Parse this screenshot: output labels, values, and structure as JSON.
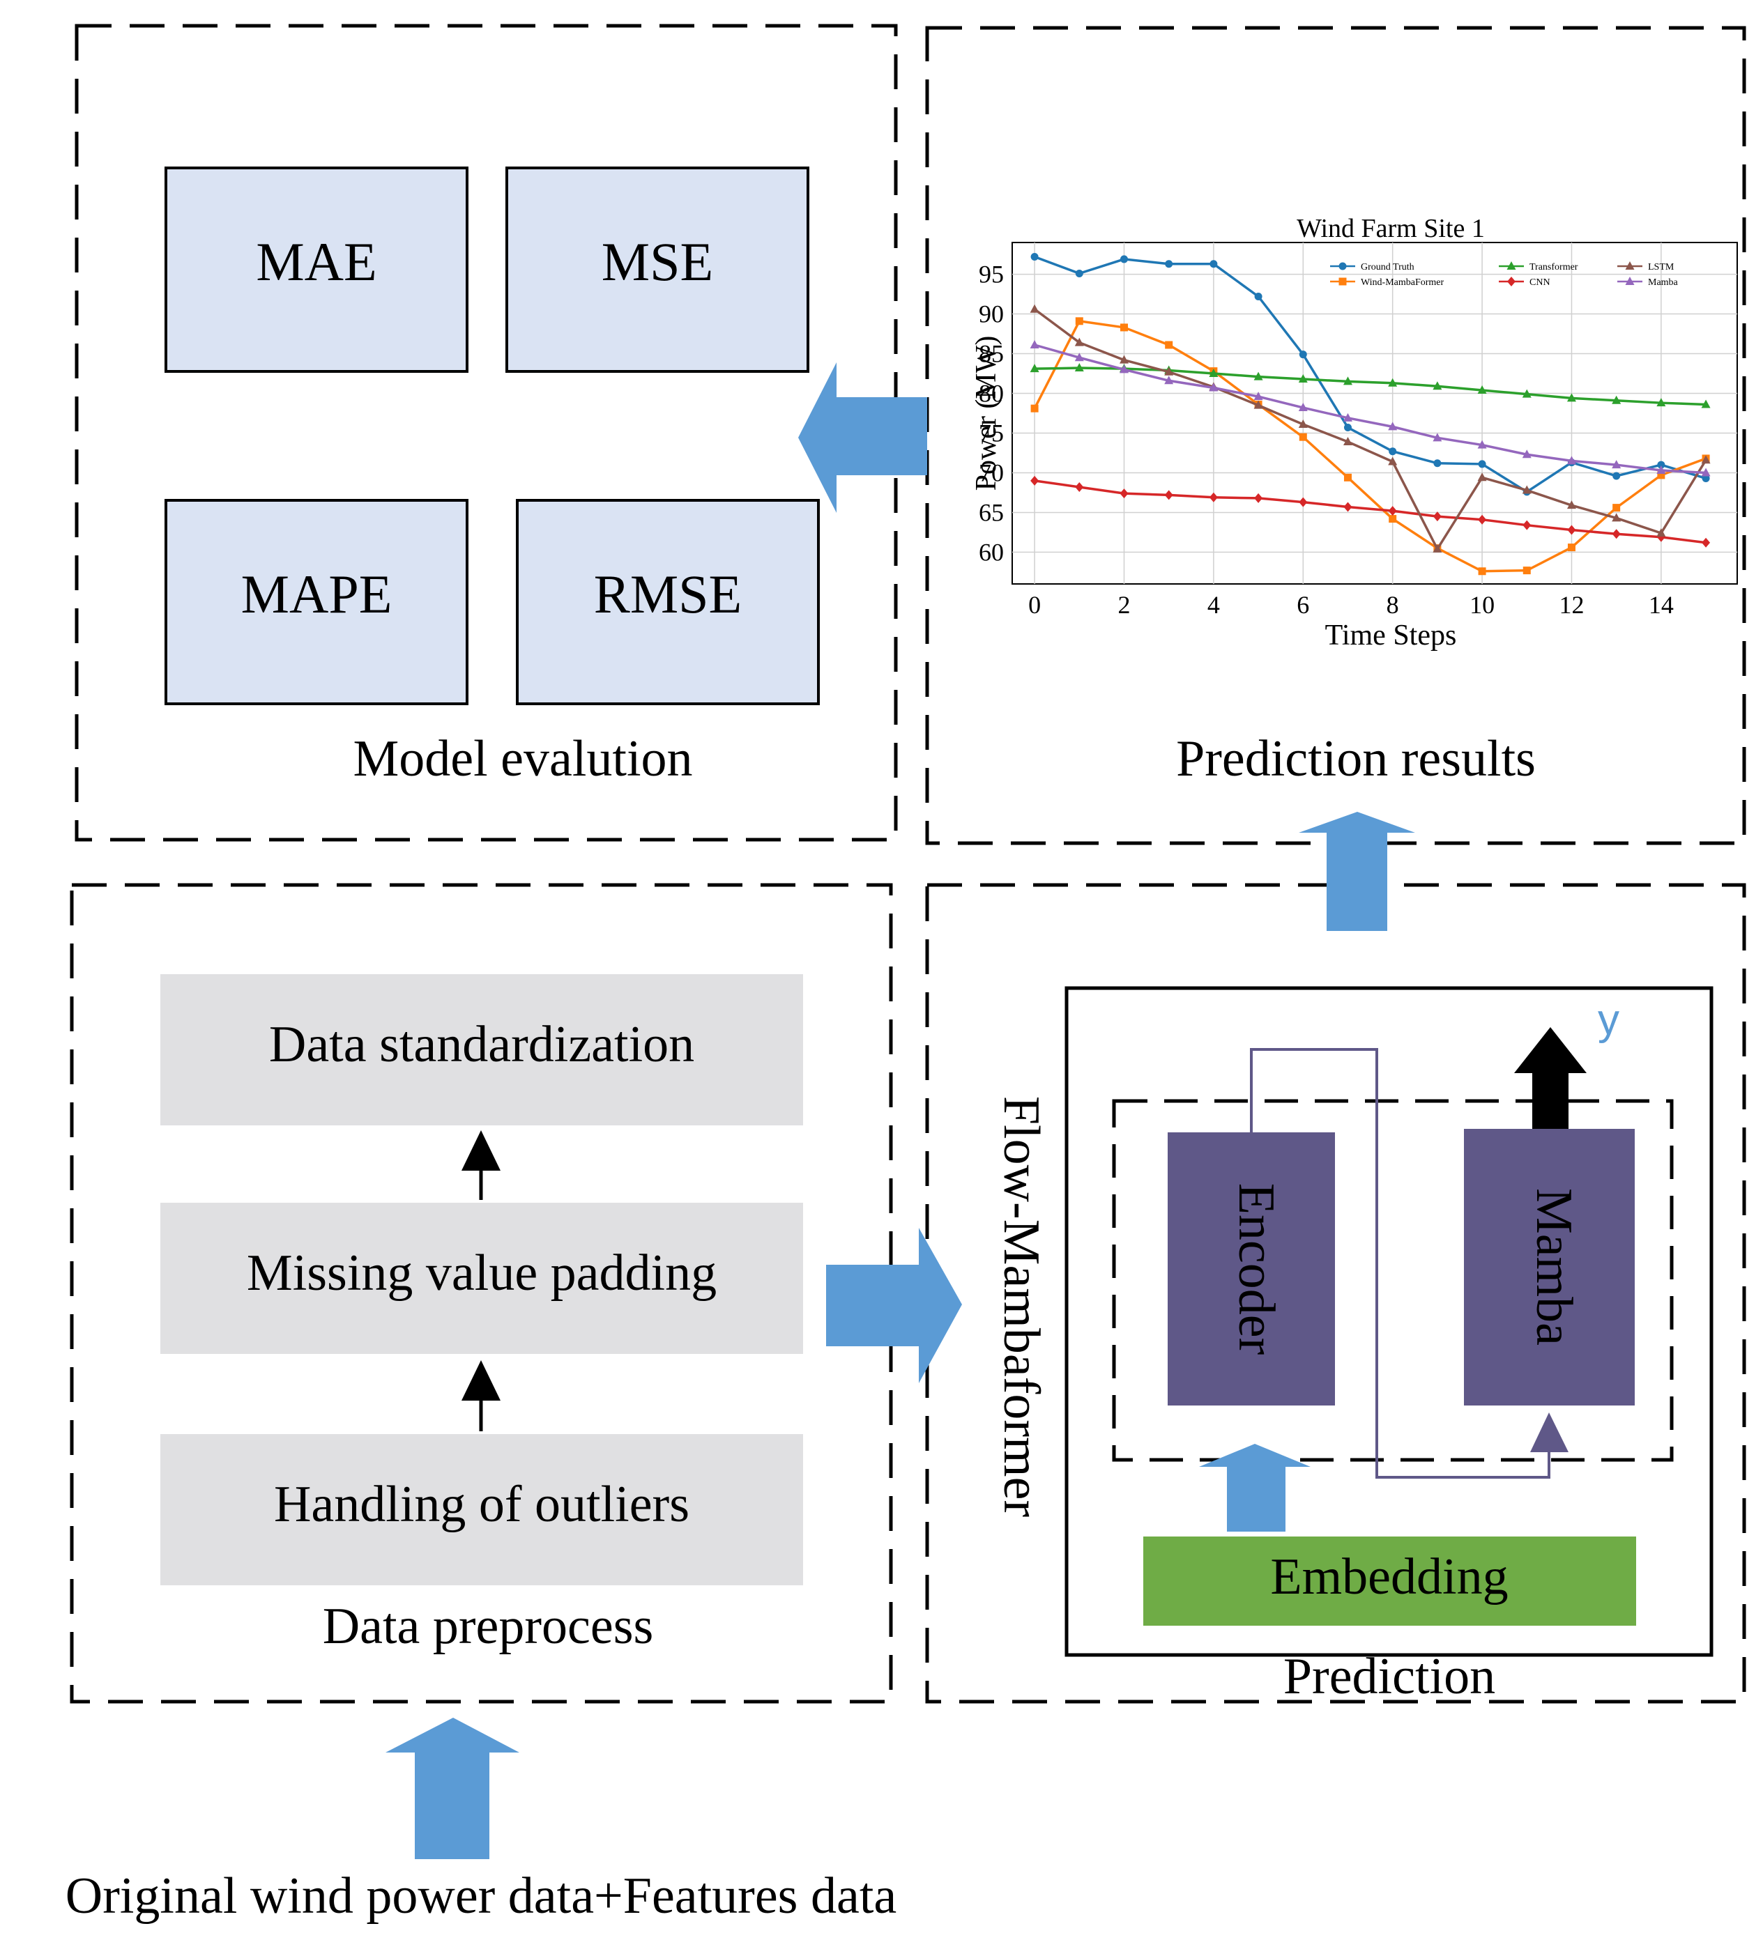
{
  "model_evaluation": {
    "caption": "Model evalution",
    "metrics": [
      "MAE",
      "MSE",
      "MAPE",
      "RMSE"
    ]
  },
  "prediction_results": {
    "caption": "Prediction results"
  },
  "data_preprocess": {
    "caption": "Data preprocess",
    "steps": [
      "Data standardization",
      "Missing value padding",
      "Handling of outliers"
    ]
  },
  "prediction": {
    "caption": "Prediction",
    "model_name": "Flow-Mambaformer",
    "encoder": "Encoder",
    "mamba": "Mamba",
    "embedding": "Embedding",
    "output_symbol": "y"
  },
  "input_label": "Original wind power data+Features data",
  "colors": {
    "arrow_blue": "#5b9bd5",
    "metric_box": "#dae3f3",
    "step_box": "#e0e0e2",
    "block_purple": "#5f5888",
    "embedding_green": "#6fac46"
  },
  "chart_data": {
    "type": "line",
    "title": "Wind Farm Site 1",
    "xlabel": "Time Steps",
    "ylabel": "Power (MW)",
    "xlim": [
      -0.5,
      15.7
    ],
    "ylim": [
      56,
      99
    ],
    "xticks": [
      0,
      2,
      4,
      6,
      8,
      10,
      12,
      14
    ],
    "yticks": [
      60,
      65,
      70,
      75,
      80,
      85,
      90,
      95
    ],
    "grid": true,
    "legend_position": "top-right",
    "x": [
      0,
      1,
      2,
      3,
      4,
      5,
      6,
      7,
      8,
      9,
      10,
      11,
      12,
      13,
      14,
      15
    ],
    "series": [
      {
        "name": "Ground Truth",
        "color": "#1f77b4",
        "marker": "circle",
        "values": [
          97.2,
          95.1,
          96.9,
          96.3,
          96.3,
          92.2,
          84.9,
          75.7,
          72.7,
          71.2,
          71.1,
          67.6,
          71.3,
          69.6,
          71.0,
          69.3
        ]
      },
      {
        "name": "Wind-MambaFormer",
        "color": "#ff7f0e",
        "marker": "square",
        "values": [
          78.1,
          89.1,
          88.3,
          86.1,
          82.8,
          78.6,
          74.5,
          69.4,
          64.2,
          60.5,
          57.6,
          57.7,
          60.6,
          65.6,
          69.7,
          71.8
        ]
      },
      {
        "name": "Transformer",
        "color": "#2ca02c",
        "marker": "triangle",
        "values": [
          83.1,
          83.2,
          83.1,
          82.9,
          82.5,
          82.1,
          81.8,
          81.5,
          81.3,
          80.9,
          80.4,
          79.9,
          79.4,
          79.1,
          78.8,
          78.6
        ]
      },
      {
        "name": "CNN",
        "color": "#d62728",
        "marker": "diamond",
        "values": [
          69.0,
          68.2,
          67.4,
          67.2,
          66.9,
          66.8,
          66.3,
          65.7,
          65.2,
          64.5,
          64.1,
          63.4,
          62.8,
          62.3,
          61.9,
          61.2
        ]
      },
      {
        "name": "LSTM",
        "color": "#8c564b",
        "marker": "triangle",
        "values": [
          90.6,
          86.4,
          84.2,
          82.7,
          80.8,
          78.5,
          76.1,
          73.9,
          71.4,
          60.4,
          69.4,
          67.8,
          65.9,
          64.3,
          62.4,
          71.6
        ]
      },
      {
        "name": "Mamba",
        "color": "#9467bd",
        "marker": "triangle",
        "values": [
          86.1,
          84.5,
          83.0,
          81.6,
          80.7,
          79.6,
          78.2,
          76.9,
          75.8,
          74.4,
          73.5,
          72.3,
          71.5,
          71.0,
          70.3,
          70.0
        ]
      }
    ]
  }
}
